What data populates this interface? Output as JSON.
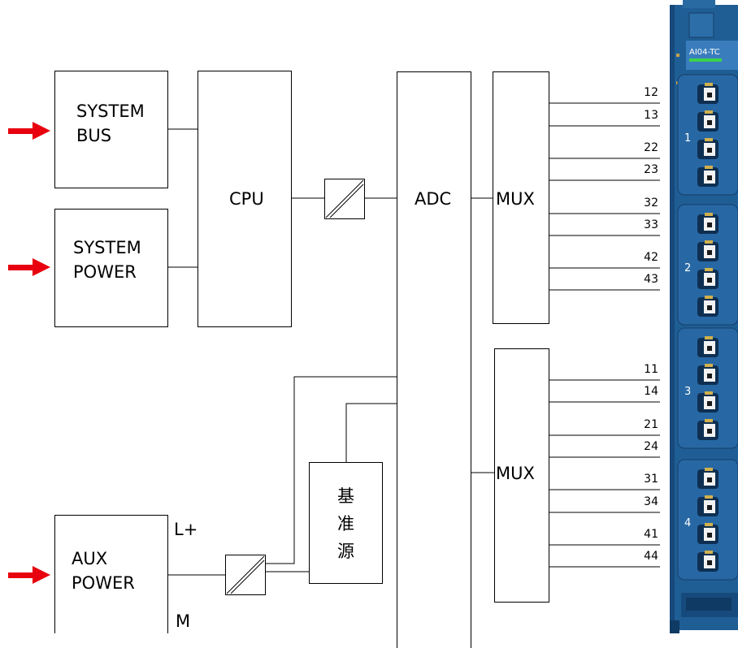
{
  "blocks": {
    "system_bus": [
      "SYSTEM",
      "BUS"
    ],
    "system_power": [
      "SYSTEM",
      "POWER"
    ],
    "cpu": "CPU",
    "adc": "ADC",
    "mux_top": "MUX",
    "mux_bottom": "MUX",
    "aux_power": [
      "AUX",
      "POWER"
    ],
    "reference": [
      "基",
      "准",
      "源"
    ]
  },
  "aux_terminals": {
    "plus": "L+",
    "minus": "M"
  },
  "channels_top": [
    "12",
    "13",
    "22",
    "23",
    "32",
    "33",
    "42",
    "43"
  ],
  "channels_bottom": [
    "11",
    "14",
    "21",
    "24",
    "31",
    "34",
    "41",
    "44"
  ],
  "module": {
    "label": "AI04-TC",
    "group_numbers": [
      "1",
      "2",
      "3",
      "4"
    ],
    "body_color": "#1f5e95",
    "accent_color": "#3cd24b"
  },
  "arrow_color": "#e8000f"
}
